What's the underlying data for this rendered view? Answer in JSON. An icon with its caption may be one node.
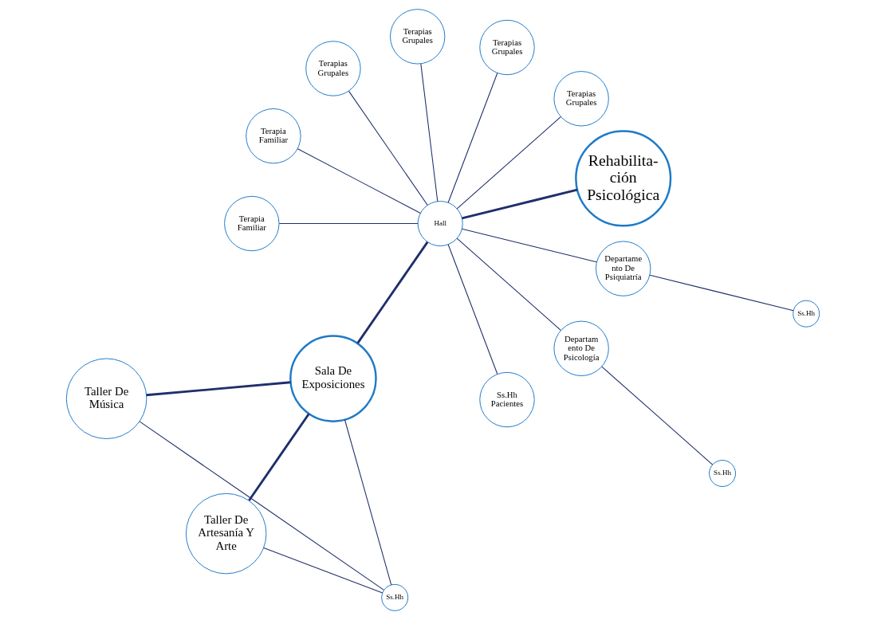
{
  "diagram": {
    "nodes": [
      {
        "text": [
          "Rehabilita- ción Psicológica"
        ]
      },
      {
        "text": [
          "Hall"
        ]
      },
      {
        "text": [
          "Terapias Grupales"
        ]
      },
      {
        "text": [
          "Terapias Grupales"
        ]
      },
      {
        "text": [
          "Terapias Grupales"
        ]
      },
      {
        "text": [
          "Terapias Grupales"
        ]
      },
      {
        "text": [
          "Terapia Familiar"
        ]
      },
      {
        "text": [
          "Terapia Familiar"
        ]
      },
      {
        "text": [
          "Sala De Exposiciones"
        ]
      },
      {
        "text": [
          "Ss.Hh Pacientes"
        ]
      },
      {
        "text": [
          "Departam ento De Psicología"
        ]
      },
      {
        "text": [
          "Ss.Hh"
        ]
      },
      {
        "text": [
          "Departame nto De Psiquiatría"
        ]
      },
      {
        "text": [
          "Ss.Hh"
        ]
      },
      {
        "text": [
          "Taller De Música"
        ]
      },
      {
        "text": [
          "Taller De Artesanía Y Arte"
        ]
      },
      {
        "text": [
          "Ss.Hh"
        ]
      }
    ],
    "edges": [
      {
        "from": 1,
        "to": 0,
        "arrow": "none",
        "style": "thick"
      },
      {
        "from": 1,
        "to": 2,
        "arrow": "none"
      },
      {
        "from": 1,
        "to": 3,
        "arrow": "none"
      },
      {
        "from": 1,
        "to": 4,
        "arrow": "none"
      },
      {
        "from": 1,
        "to": 5,
        "arrow": "none"
      },
      {
        "from": 1,
        "to": 6,
        "arrow": "none"
      },
      {
        "from": 1,
        "to": 7,
        "arrow": "none"
      },
      {
        "from": 1,
        "to": 8,
        "arrow": "none",
        "style": "thick"
      },
      {
        "from": 1,
        "to": 9,
        "arrow": "none"
      },
      {
        "from": 1,
        "to": 10,
        "arrow": "none"
      },
      {
        "from": 10,
        "to": 11,
        "arrow": "none"
      },
      {
        "from": 1,
        "to": 12,
        "arrow": "none"
      },
      {
        "from": 12,
        "to": 13,
        "arrow": "none"
      },
      {
        "from": 8,
        "to": 14,
        "arrow": "none",
        "style": "thick"
      },
      {
        "from": 8,
        "to": 15,
        "arrow": "none",
        "style": "thick"
      },
      {
        "from": 8,
        "to": 16,
        "arrow": "none"
      },
      {
        "from": 14,
        "to": 16,
        "arrow": "none"
      },
      {
        "from": 15,
        "to": 16,
        "arrow": "none"
      }
    ]
  }
}
